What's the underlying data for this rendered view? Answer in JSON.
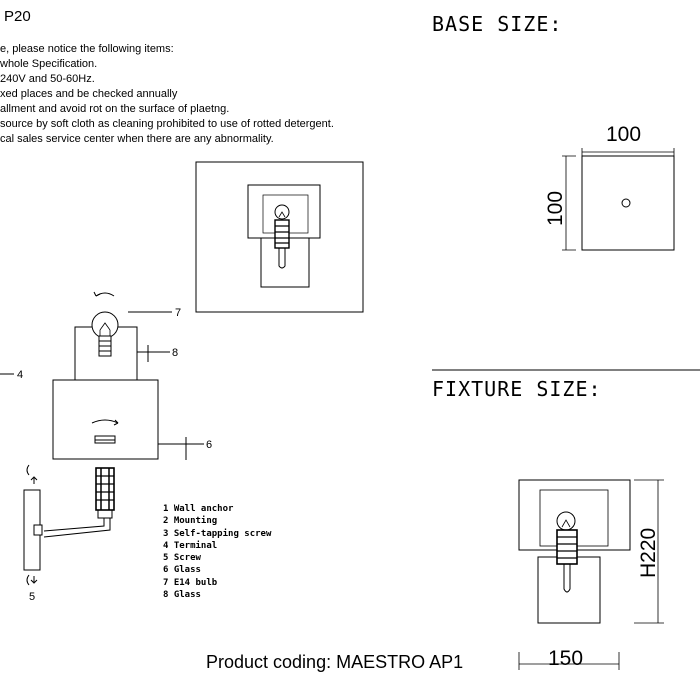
{
  "header": {
    "model_fragment": "P20"
  },
  "notes": [
    "e, please notice the following items:",
    "whole Specification.",
    "240V and 50-60Hz.",
    "xed places and be checked annually",
    "allment and avoid rot on the surface of plaetng.",
    "source by soft cloth as cleaning prohibited to use of rotted detergent.",
    "cal sales service center when there are any abnormality."
  ],
  "base": {
    "heading": "BASE SIZE:",
    "width": "100",
    "height": "100"
  },
  "fixture": {
    "heading": "FIXTURE SIZE:",
    "width": "150",
    "height": "H220"
  },
  "callouts": {
    "c4": "4",
    "c5": "5",
    "c6": "6",
    "c7": "7",
    "c8": "8"
  },
  "parts": [
    "1 Wall anchor",
    "2 Mounting",
    "3 Self-tapping screw",
    "4 Terminal",
    "5 Screw",
    "6 Glass",
    "7 E14 bulb",
    "8 Glass"
  ],
  "product": {
    "coding": "Product coding: MAESTRO AP1"
  }
}
